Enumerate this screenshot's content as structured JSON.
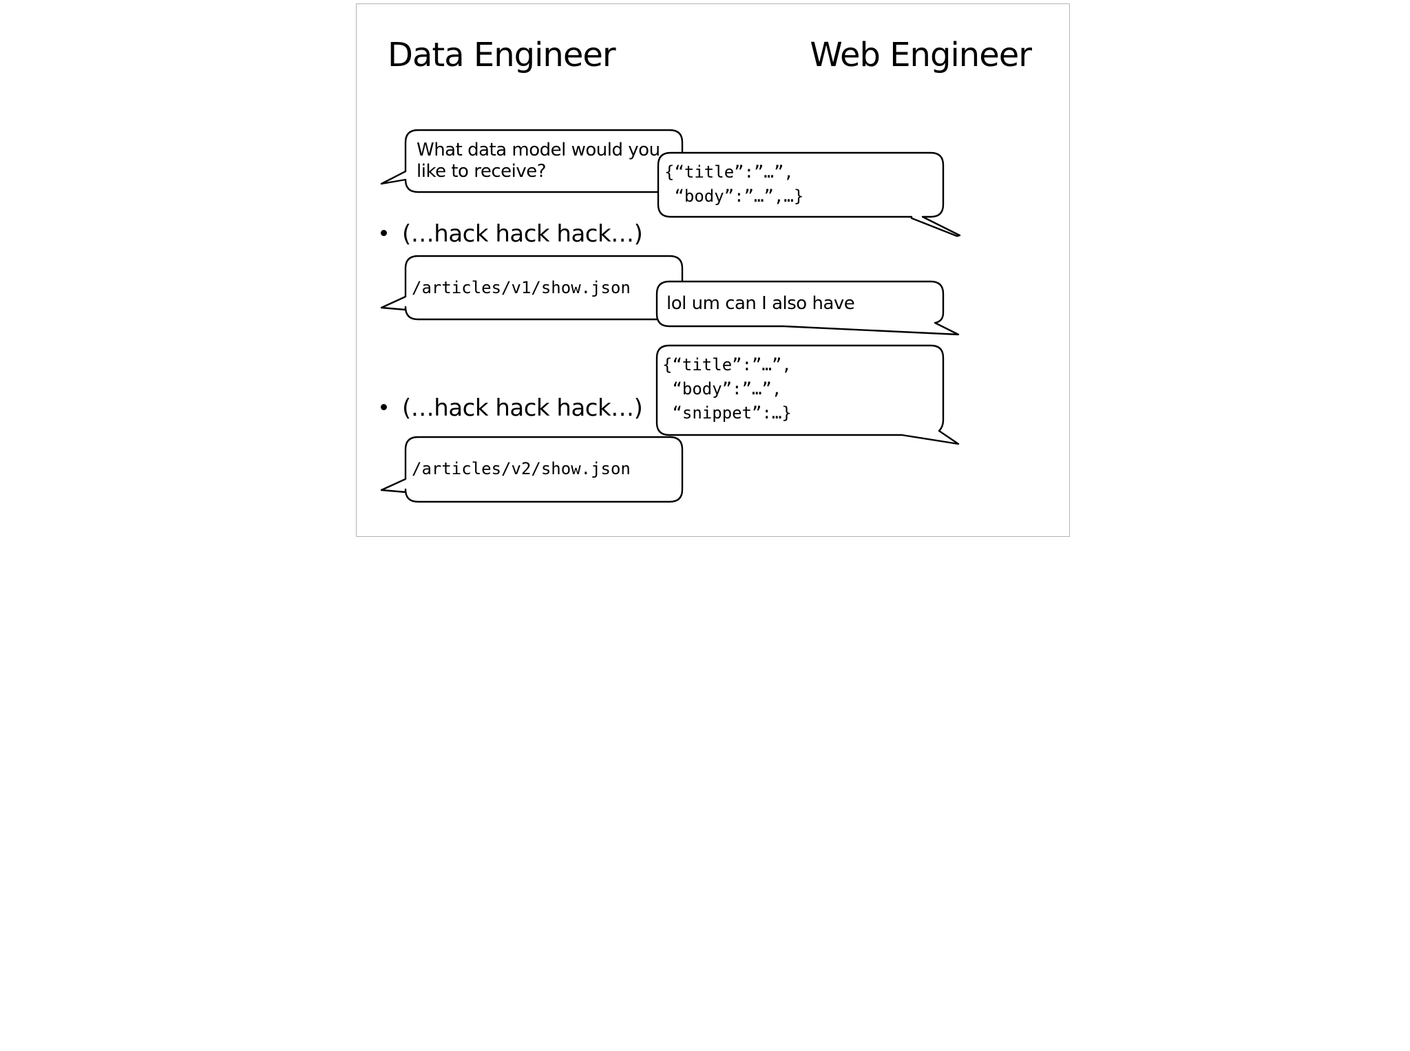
{
  "slide": {
    "left_heading": "Data Engineer",
    "right_heading": "Web Engineer",
    "data_engineer": {
      "question": [
        "What data model would you",
        "like to receive?"
      ],
      "bullet_1": "(…hack hack hack…)",
      "endpoint_v1": "/articles/v1/show.json",
      "bullet_2": "(…hack hack hack…)",
      "endpoint_v2": "/articles/v2/show.json"
    },
    "web_engineer": {
      "model_v1": [
        "{“title”:”…”,",
        " “body”:”…”,…}"
      ],
      "request": "lol um can I also have",
      "model_v2": [
        "{“title”:”…”,",
        " “body”:”…”,",
        " “snippet”:…}"
      ]
    }
  }
}
